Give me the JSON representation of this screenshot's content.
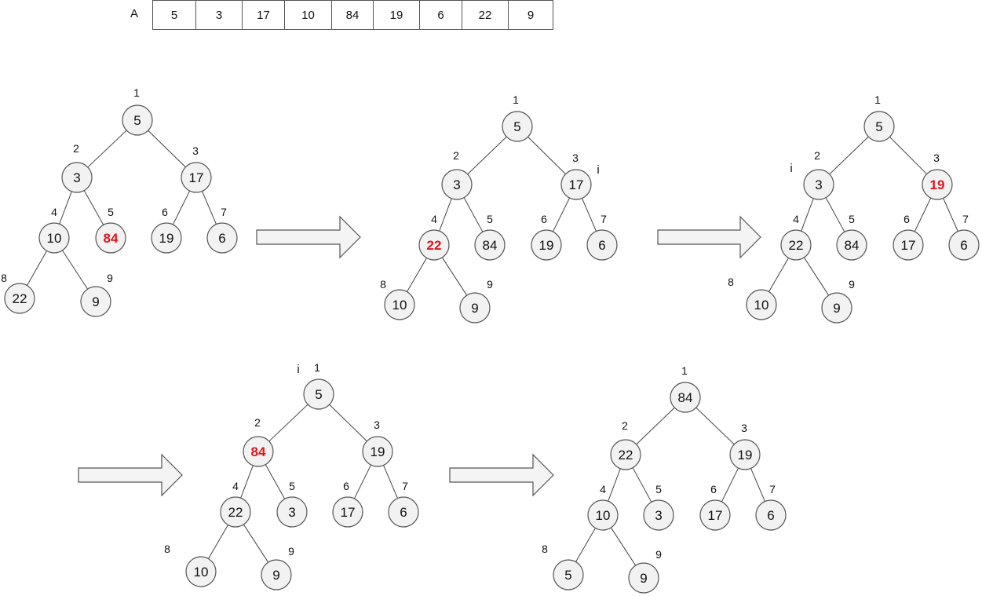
{
  "array": {
    "label": "A",
    "values": [
      "5",
      "3",
      "17",
      "10",
      "84",
      "19",
      "6",
      "22",
      "9"
    ]
  },
  "colors": {
    "highlight": "#e0141e",
    "node_fill": "#f2f2f2",
    "node_stroke": "#555555",
    "line": "#444444"
  },
  "trees": [
    {
      "nodes": [
        "5",
        "3",
        "17",
        "10",
        "84",
        "19",
        "6",
        "22",
        "9"
      ],
      "highlight_index": 4,
      "i_marker_index": null
    },
    {
      "nodes": [
        "5",
        "3",
        "17",
        "22",
        "84",
        "19",
        "6",
        "10",
        "9"
      ],
      "highlight_index": 3,
      "i_marker_index": 3
    },
    {
      "nodes": [
        "5",
        "3",
        "19",
        "22",
        "84",
        "17",
        "6",
        "10",
        "9"
      ],
      "highlight_index": 2,
      "i_marker_index": 2
    },
    {
      "nodes": [
        "5",
        "84",
        "19",
        "22",
        "3",
        "17",
        "6",
        "10",
        "9"
      ],
      "highlight_index": 1,
      "i_marker_index": 1
    },
    {
      "nodes": [
        "84",
        "22",
        "19",
        "10",
        "3",
        "17",
        "6",
        "5",
        "9"
      ],
      "highlight_index": null,
      "i_marker_index": null
    }
  ],
  "index_labels": [
    "1",
    "2",
    "3",
    "4",
    "5",
    "6",
    "7",
    "8",
    "9"
  ],
  "i_marker_text": "i",
  "arrow_count": 4
}
